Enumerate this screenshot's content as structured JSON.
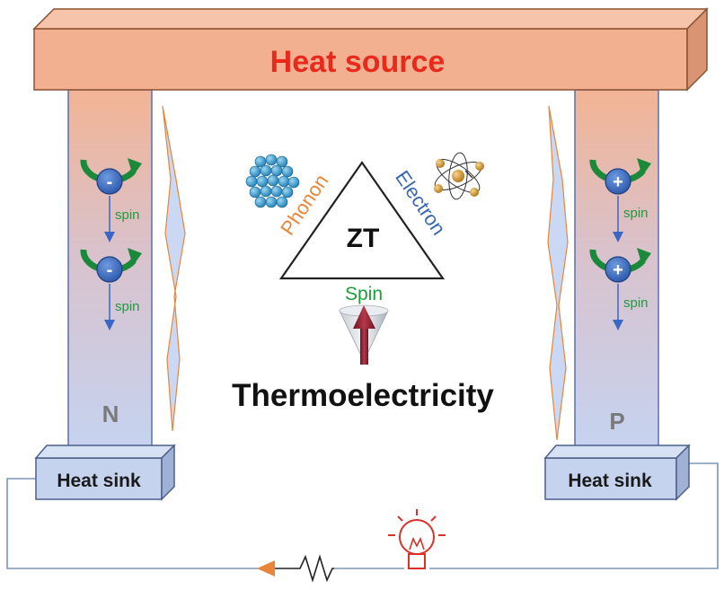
{
  "heat_source": {
    "label": "Heat source",
    "color": "#e8291c"
  },
  "legs": {
    "n": {
      "label": "N",
      "carrier_sign": "-",
      "spin_label": "spin"
    },
    "p": {
      "label": "P",
      "carrier_sign": "+",
      "spin_label": "spin"
    }
  },
  "heat_sink": {
    "left_label": "Heat sink",
    "right_label": "Heat sink"
  },
  "triangle": {
    "center_label": "ZT",
    "left_side_label": "Phonon",
    "right_side_label": "Electron",
    "bottom_label": "Spin"
  },
  "main_title": "Thermoelectricity",
  "colors": {
    "phonon": "#e8853a",
    "electron": "#3a66b0",
    "spin": "#1a9e3a",
    "bar_fill": "#f2b59a",
    "circuit": "#7b95b8",
    "bulb": "#d8322a"
  },
  "icons": {
    "phonon": "atom-lattice-icon",
    "electron": "atom-orbit-icon",
    "spin": "spin-cone-arrow-icon",
    "load": "light-bulb-icon",
    "resistor": "resistor-icon",
    "current": "arrow-left-icon"
  }
}
